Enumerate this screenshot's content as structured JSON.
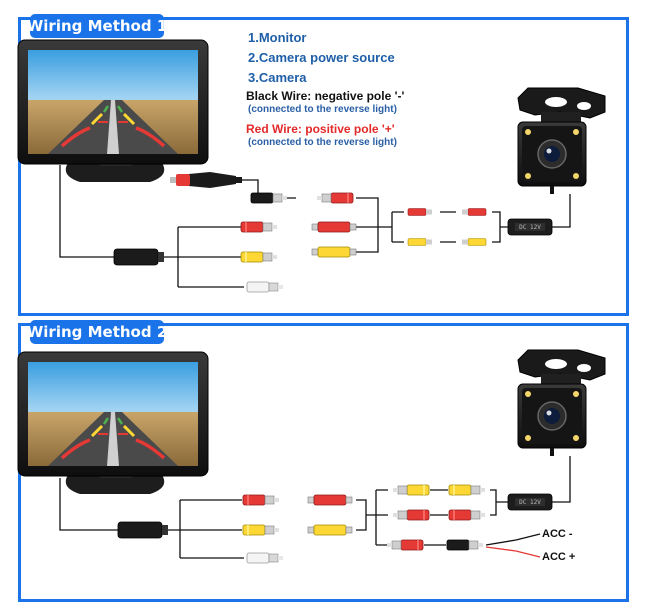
{
  "panels": [
    {
      "title": "Wiring Method 1"
    },
    {
      "title": "Wiring Method 2"
    }
  ],
  "legend": {
    "item1": "1.Monitor",
    "item2": "2.Camera power source",
    "item3": "3.Camera",
    "black_wire": "Black Wire: negative pole '-'",
    "black_note": "(connected to the reverse light)",
    "red_wire": "Red Wire: positive pole '+'",
    "red_note": "(connected to the reverse light)"
  },
  "acc": {
    "minus": "ACC -",
    "plus": "ACC +"
  },
  "colors": {
    "border": "#1a73e8",
    "title_bg": "#1a73e8",
    "legend_blue": "#1f5fa8",
    "red_connector": "#e53935",
    "yellow_connector": "#fdd835",
    "white_connector": "#f2f2f2",
    "black_connector": "#1b1b1b",
    "wire": "#111111"
  },
  "icons": [
    "monitor-icon",
    "camera-icon",
    "cigarette-plug-icon",
    "rca-connector-icon",
    "power-box-icon",
    "led-module-icon"
  ]
}
